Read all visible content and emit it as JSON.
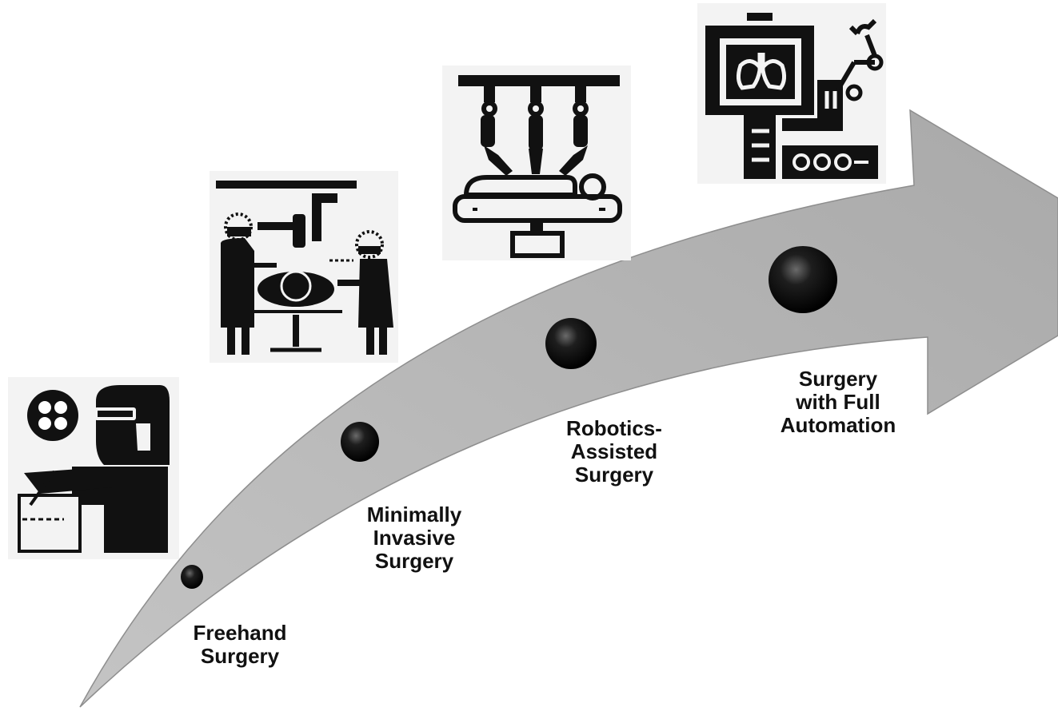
{
  "colors": {
    "arrow_fill": "#b4b4b4",
    "arrow_edge": "#8e8e8e",
    "ink": "#111111",
    "icon_bg": "#f3f3f3"
  },
  "stages": [
    {
      "id": "freehand",
      "lines": [
        "Freehand",
        "Surgery"
      ],
      "icon": "surgeon-with-lamp-icon"
    },
    {
      "id": "minimally-invasive",
      "lines": [
        "Minimally",
        "Invasive",
        "Surgery"
      ],
      "icon": "operating-room-team-icon"
    },
    {
      "id": "robotics-assisted",
      "lines": [
        "Robotics-",
        "Assisted",
        "Surgery"
      ],
      "icon": "robotic-arms-over-patient-icon"
    },
    {
      "id": "full-automation",
      "lines": [
        "Surgery",
        "with Full",
        "Automation"
      ],
      "icon": "automated-robot-console-icon"
    }
  ]
}
